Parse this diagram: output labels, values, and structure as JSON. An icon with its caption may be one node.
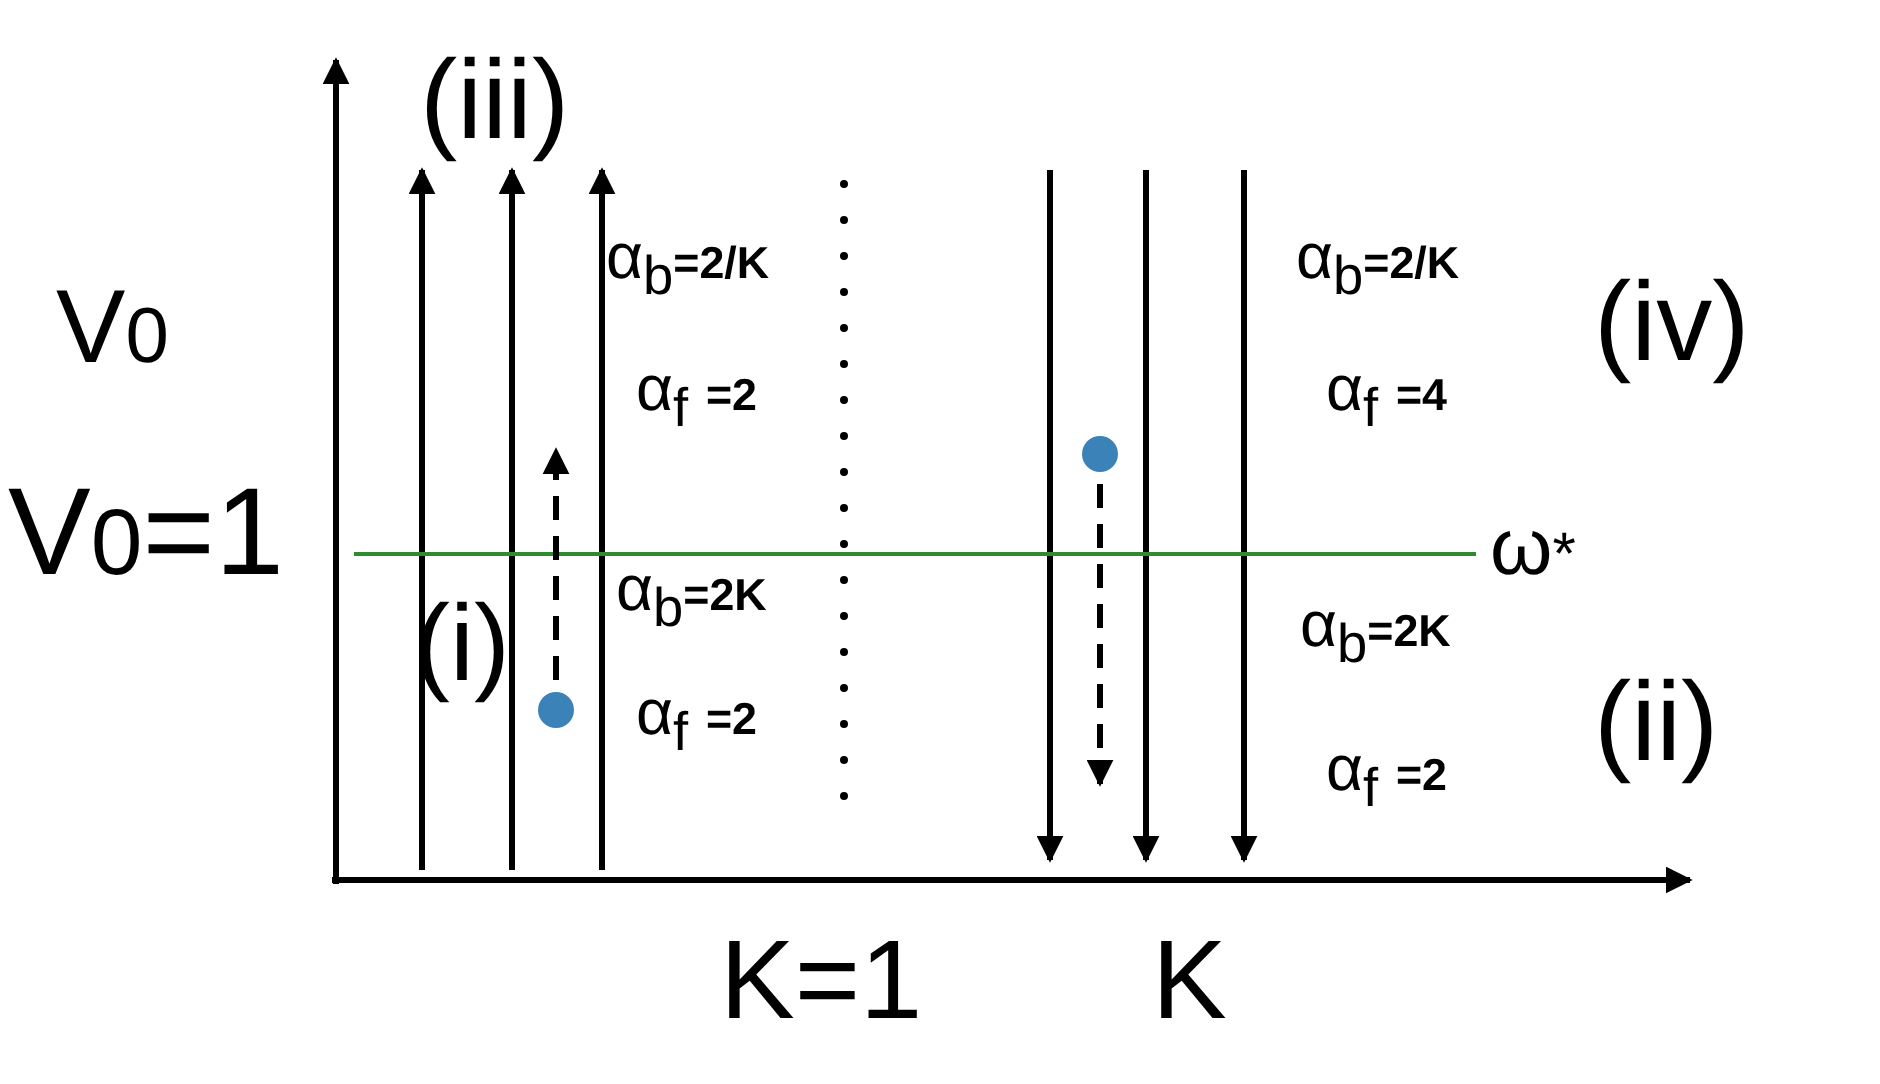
{
  "diagram": {
    "nodes": [
      {
        "text": [],
        "shape": "circle"
      },
      {
        "text": [],
        "shape": "circle"
      }
    ],
    "edges": [
      {
        "from": 0,
        "to": null,
        "arrow": "to",
        "style": "dashed"
      },
      {
        "from": 1,
        "to": null,
        "arrow": "to",
        "style": "dashed"
      }
    ],
    "labels": [
      "(iii)",
      "V$_{0}$",
      "α$_{b}$**=2/K**",
      "α$_{b}$**=2/K**",
      "(iv)",
      "α$_{f}$ **=2**",
      "α$_{f}$ **=4**",
      "V$_{0}$=1",
      "ω$_{*}$",
      "α$_{b}$**=2K**",
      "(i)",
      "α$_{b}$**=2K**",
      "(ii)",
      "α$_{f}$ **=2**",
      "α$_{f}$ **=2**",
      "K=1",
      "K"
    ]
  }
}
